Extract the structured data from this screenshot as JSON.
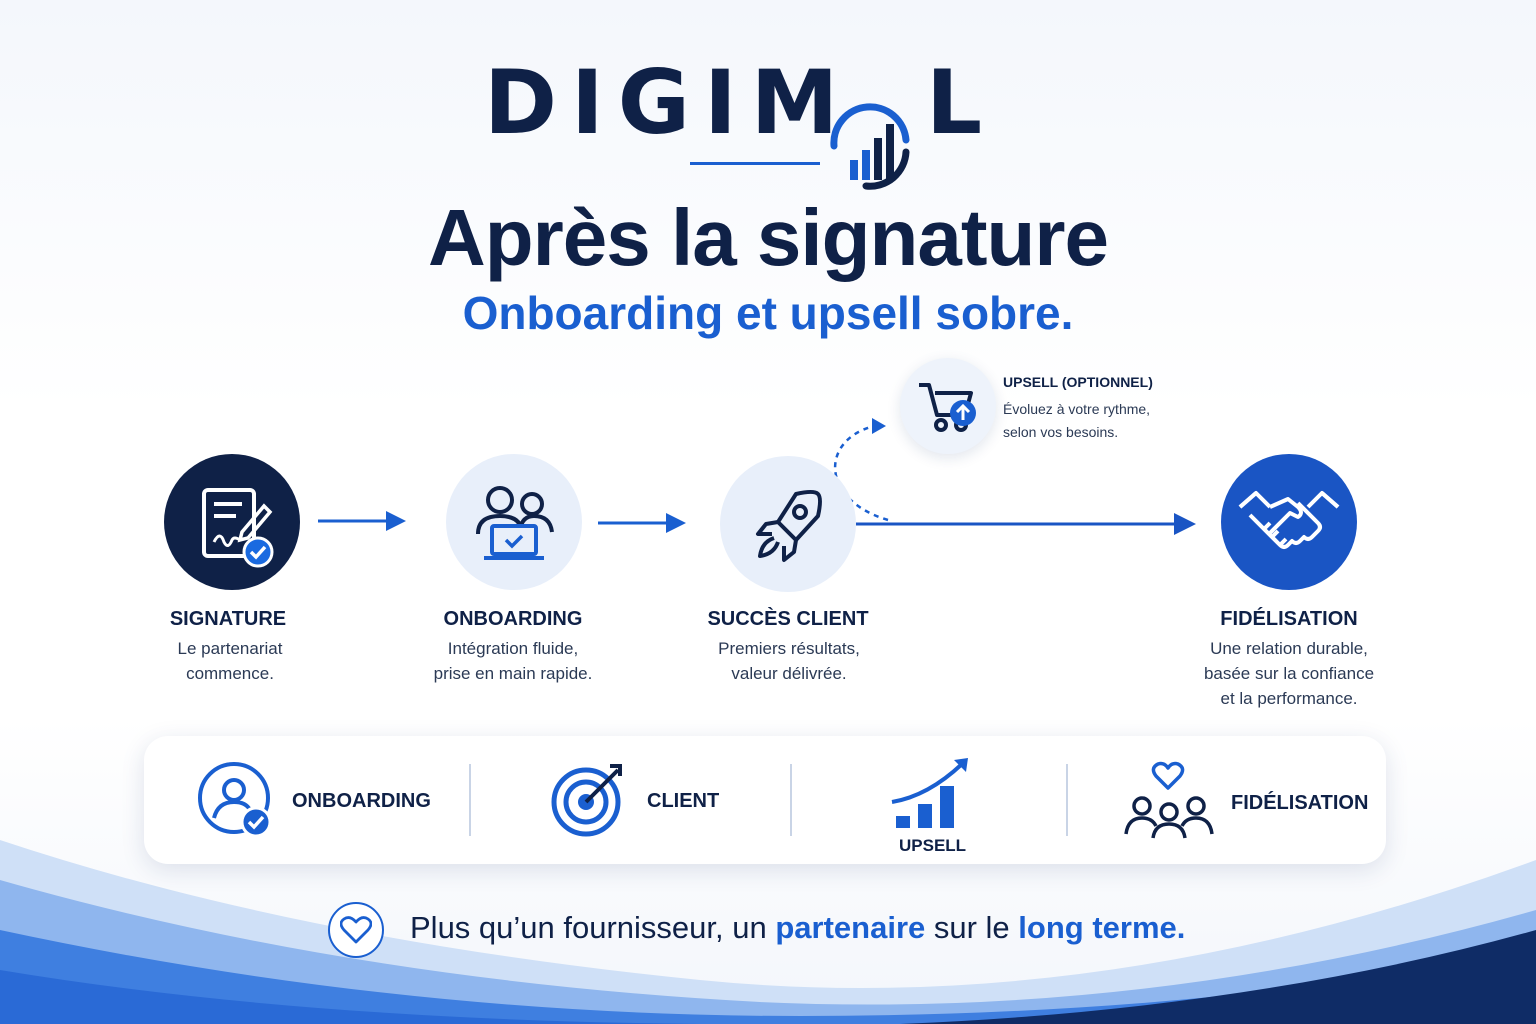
{
  "logo": {
    "text_left": "DIGIM",
    "text_right": "L"
  },
  "header": {
    "title": "Après la signature",
    "subtitle": "Onboarding et upsell sobre."
  },
  "steps": [
    {
      "title": "SIGNATURE",
      "desc1": "Le partenariat",
      "desc2": "commence.",
      "icon": "signed-document-icon"
    },
    {
      "title": "ONBOARDING",
      "desc1": "Intégration fluide,",
      "desc2": "prise en main rapide.",
      "icon": "team-laptop-icon"
    },
    {
      "title": "SUCCÈS CLIENT",
      "desc1": "Premiers résultats,",
      "desc2": "valeur délivrée.",
      "icon": "rocket-icon"
    },
    {
      "title": "FIDÉLISATION",
      "desc1": "Une relation durable,",
      "desc2": "basée sur la confiance",
      "desc3": "et la performance.",
      "icon": "handshake-icon"
    }
  ],
  "upsell": {
    "title": "UPSELL (OPTIONNEL)",
    "desc1": "Évoluez à votre rythme,",
    "desc2": "selon vos besoins.",
    "icon": "cart-upgrade-icon"
  },
  "card": [
    {
      "label": "ONBOARDING",
      "icon": "user-check-icon"
    },
    {
      "label": "CLIENT",
      "icon": "target-icon"
    },
    {
      "label": "UPSELL",
      "icon": "growth-chart-icon"
    },
    {
      "label": "FIDÉLISATION",
      "icon": "community-heart-icon"
    }
  ],
  "footer": {
    "part1": "Plus qu’un fournisseur, un ",
    "highlight1": "partenaire",
    "part2": " sur le ",
    "highlight2": "long terme.",
    "icon": "heart-icon"
  },
  "colors": {
    "navy": "#0f2147",
    "blue": "#1a5fd0",
    "light": "#e8effa"
  }
}
